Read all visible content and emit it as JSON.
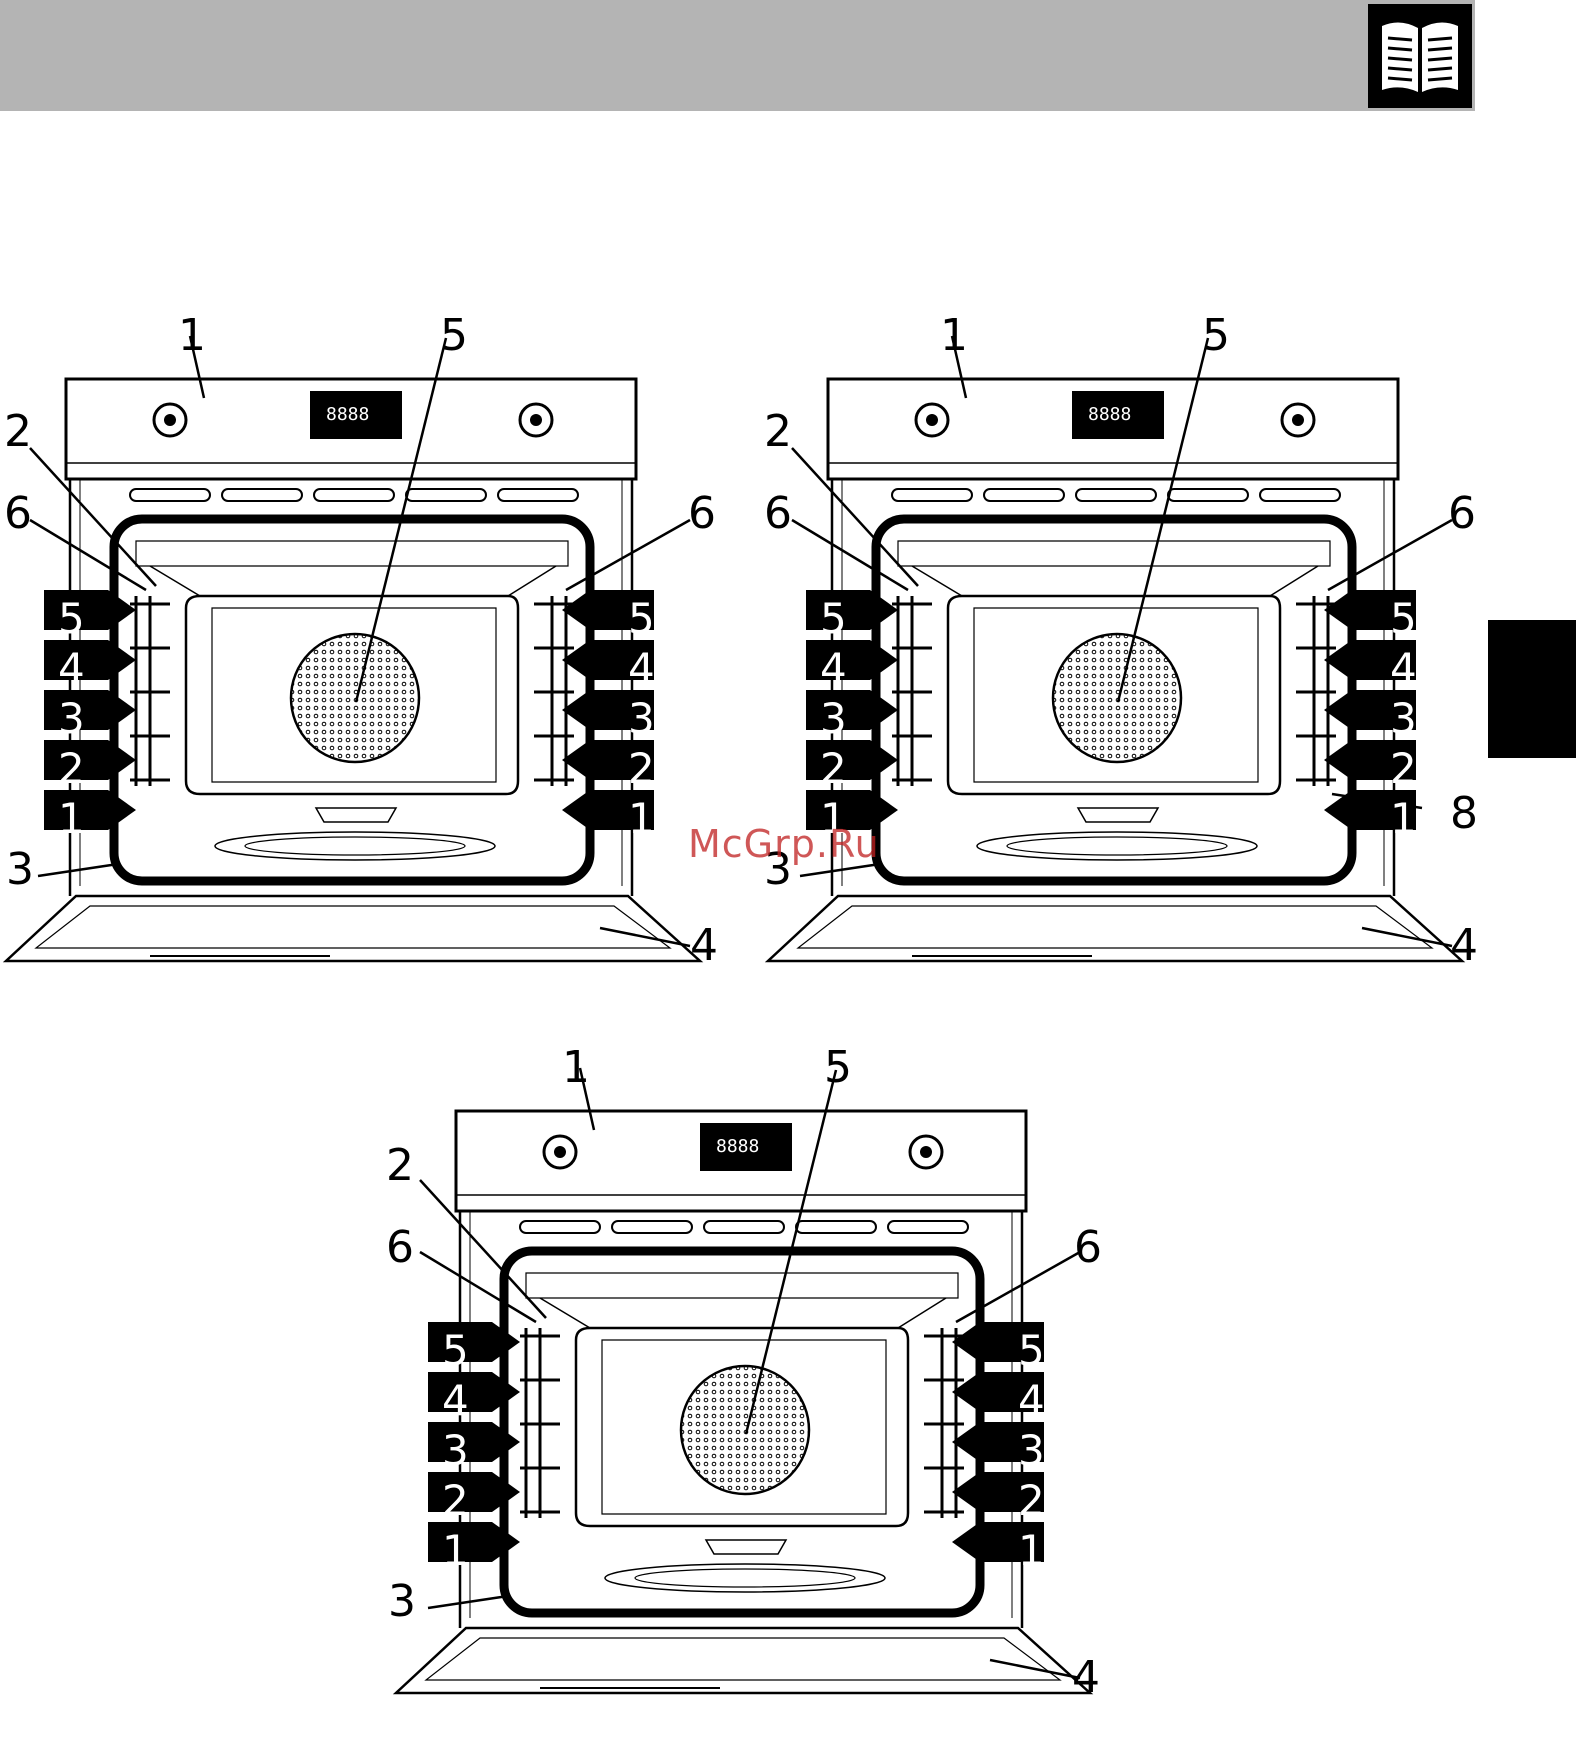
{
  "header": {
    "icon": "open-book-icon"
  },
  "side_tab": {
    "color": "#000000"
  },
  "watermark": {
    "text": "McGrp.Ru"
  },
  "display": {
    "digits": "8888"
  },
  "diagrams": [
    {
      "callouts": {
        "control_panel": "1",
        "door_seal": "2",
        "door_seal_bottom": "3",
        "door": "4",
        "fan": "5",
        "guide_left": "6",
        "guide_right": "6"
      },
      "levels_left": [
        "5",
        "4",
        "3",
        "2",
        "1"
      ],
      "levels_right": [
        "5",
        "4",
        "3",
        "2",
        "1"
      ]
    },
    {
      "callouts": {
        "control_panel": "1",
        "door_seal": "2",
        "door_seal_bottom": "3",
        "door": "4",
        "fan": "5",
        "guide_left": "6",
        "guide_right": "6",
        "extra": "8"
      },
      "levels_left": [
        "5",
        "4",
        "3",
        "2",
        "1"
      ],
      "levels_right": [
        "5",
        "4",
        "3",
        "2",
        "1"
      ]
    },
    {
      "callouts": {
        "control_panel": "1",
        "door_seal": "2",
        "door_seal_bottom": "3",
        "door": "4",
        "fan": "5",
        "guide_left": "6",
        "guide_right": "6"
      },
      "levels_left": [
        "5",
        "4",
        "3",
        "2",
        "1"
      ],
      "levels_right": [
        "5",
        "4",
        "3",
        "2",
        "1"
      ]
    }
  ]
}
